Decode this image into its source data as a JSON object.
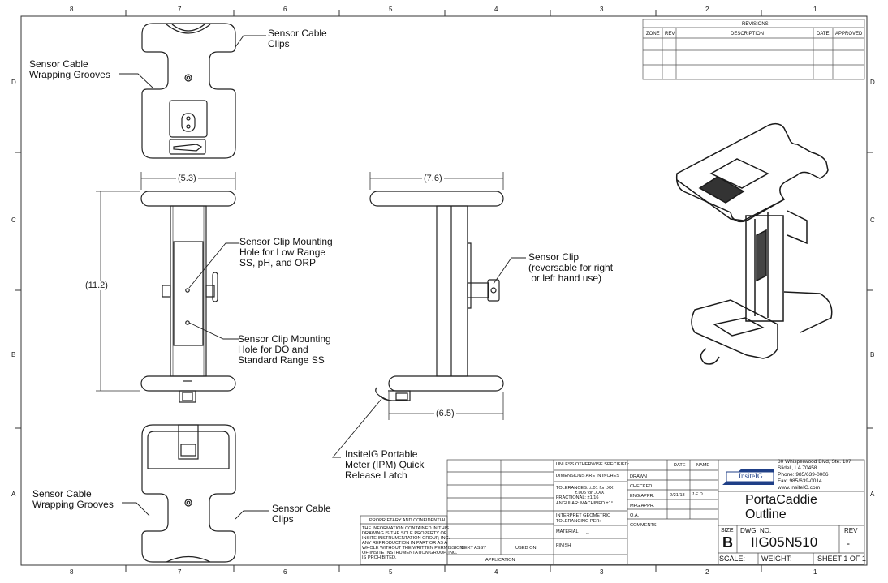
{
  "zones": {
    "top": [
      "8",
      "7",
      "6",
      "5",
      "4",
      "3",
      "2",
      "1"
    ],
    "bottom": [
      "8",
      "7",
      "6",
      "5",
      "4",
      "3",
      "2",
      "1"
    ],
    "left": [
      "D",
      "C",
      "B",
      "A"
    ],
    "right": [
      "D",
      "C",
      "B",
      "A"
    ]
  },
  "revisions": {
    "title": "REVISIONS",
    "col_zone": "ZONE",
    "col_rev": "REV.",
    "col_desc": "DESCRIPTION",
    "col_date": "DATE",
    "col_approved": "APPROVED"
  },
  "callouts": {
    "cable_clips_top": "Sensor Cable\nClips",
    "wrapping_grooves_top": "Sensor Cable\nWrapping Grooves",
    "clip_hole_low": "Sensor Clip Mounting\nHole for Low Range\nSS, pH, and ORP",
    "clip_hole_do": "Sensor Clip Mounting\nHole for DO and\nStandard Range SS",
    "sensor_clip": "Sensor Clip\n(reversable for right\n or left hand use)",
    "latch": "InsiteIG Portable\nMeter (IPM) Quick\nRelease Latch",
    "wrapping_grooves_bottom": "Sensor Cable\nWrapping Grooves",
    "cable_clips_bottom": "Sensor Cable\nClips"
  },
  "dimensions": {
    "width_front": "5.3",
    "height": "11.2",
    "depth_top": "7.6",
    "depth_bottom": "6.5"
  },
  "title_block": {
    "unless": "UNLESS OTHERWISE SPECIFIED:",
    "dims_in": "DIMENSIONS ARE IN INCHES",
    "tol_1": "TOLERANCES: ±.01 for .XX",
    "tol_2": "±.005 for .XXX",
    "tol_3": "FRACTIONAL: ±1/16",
    "tol_4": "ANGULAR: MACHINED ±1°",
    "interp_1": "INTERPRET GEOMETRIC",
    "interp_2": "TOLERANCING PER:",
    "material": "MATERIAL",
    "material_val": "--",
    "finish": "FINISH",
    "finish_val": "--",
    "next_assy": "NEXT ASSY",
    "used_on": "USED ON",
    "application": "APPLICATION",
    "hdr_date": "DATE",
    "hdr_name": "NAME",
    "drawn": "DRAWN",
    "checked": "CHECKED",
    "eng_appr": "ENG APPR.",
    "eng_date": "2/21/18",
    "eng_name": "J.E.D.",
    "mfg_appr": "MFG APPR.",
    "qa": "Q.A.",
    "comments": "COMMENTS:",
    "company_logo": "InsiteIG",
    "addr_1": "80 Whisperwood Blvd, Ste. 107",
    "addr_2": "Slidell, LA 70458",
    "addr_3": "Phone: 985/639-0006",
    "addr_4": "Fax: 985/639-0014",
    "addr_5": "www.InsiteIG.com",
    "title_1": "PortaCaddie",
    "title_2": "Outline",
    "size_label": "SIZE",
    "size_val": "B",
    "dwg_label": "DWG.  NO.",
    "dwg_no": "IIG05N510",
    "rev_label": "REV",
    "rev_val": "-",
    "scale": "SCALE:",
    "weight": "WEIGHT:",
    "sheet": "SHEET 1 OF 1"
  },
  "proprietary": {
    "title": "PROPRIETARY AND CONFIDENTIAL",
    "line1": "THE INFORMATION CONTAINED IN THIS",
    "line2": "DRAWING IS THE SOLE PROPERTY OF",
    "line3": "INSITE INSTRUMENTATION GROUP, INC.",
    "line4": "ANY REPRODUCTION IN PART OR AS A",
    "line5": "WHOLE WITHOUT THE WRITTEN PERMISSION",
    "line6": "OF INSITE INSTRUMENTATION GROUP, INC.",
    "line7": "IS PROHIBITED."
  }
}
